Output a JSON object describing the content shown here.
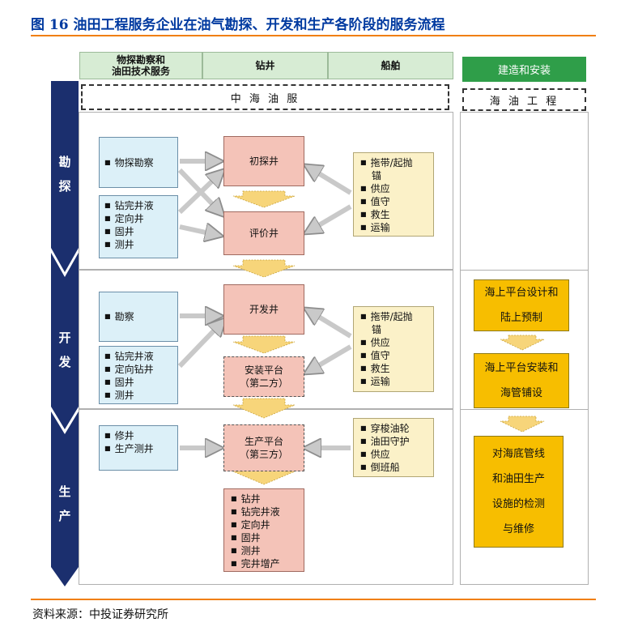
{
  "title": "图 16 油田工程服务企业在油气勘探、开发和生产各阶段的服务流程",
  "source": "资料来源：中投证券研究所",
  "columns": {
    "geo_l1": "物探勘察和",
    "geo_l2": "油田技术服务",
    "drilling": "钻井",
    "ships": "船舶",
    "build": "建造和安装"
  },
  "companies": {
    "cosl": "中 海 油 服",
    "cooec": "海 油 工 程"
  },
  "bands": {
    "exploration": [
      "勘",
      "探"
    ],
    "development": [
      "开",
      "发"
    ],
    "production": [
      "生",
      "产"
    ]
  },
  "exploration": {
    "service_a": [
      "物探勘察"
    ],
    "service_b": [
      "钻完井液",
      "定向井",
      "固井",
      "测井"
    ],
    "well_initial": "初探井",
    "well_appraisal": "评价井",
    "ship_items": [
      "拖带/起抛",
      "锚",
      "供应",
      "值守",
      "救生",
      "运输"
    ]
  },
  "development": {
    "service_a": [
      "勘察"
    ],
    "service_b": [
      "钻完井液",
      "定向钻井",
      "固井",
      "测井"
    ],
    "well_dev": "开发井",
    "platform_l1": "安装平台",
    "platform_l2": "（第二方）",
    "ship_items": [
      "拖带/起抛",
      "锚",
      "供应",
      "值守",
      "救生",
      "运输"
    ]
  },
  "production": {
    "service_a": [
      "修井",
      "生产测井"
    ],
    "platform_l1": "生产平台",
    "platform_l2": "（第三方）",
    "ship_items": [
      "穿梭油轮",
      "油田守护",
      "供应",
      "倒班船"
    ],
    "drill_items": [
      "钻井",
      "钻完井液",
      "定向井",
      "固井",
      "测井",
      "完井增产"
    ]
  },
  "build_steps": {
    "step1": [
      "海上平台设计和",
      "陆上预制"
    ],
    "step2": [
      "海上平台安装和",
      "海管铺设"
    ],
    "step3": [
      "对海底管线",
      "和油田生产",
      "设施的检测",
      "与维修"
    ]
  },
  "colors": {
    "navy": "#1b2f6e",
    "orange_rule": "#f07f09",
    "green": "#2f9e49",
    "arrow": "#c9c9c9",
    "down_arrow": "#f7d57a"
  }
}
